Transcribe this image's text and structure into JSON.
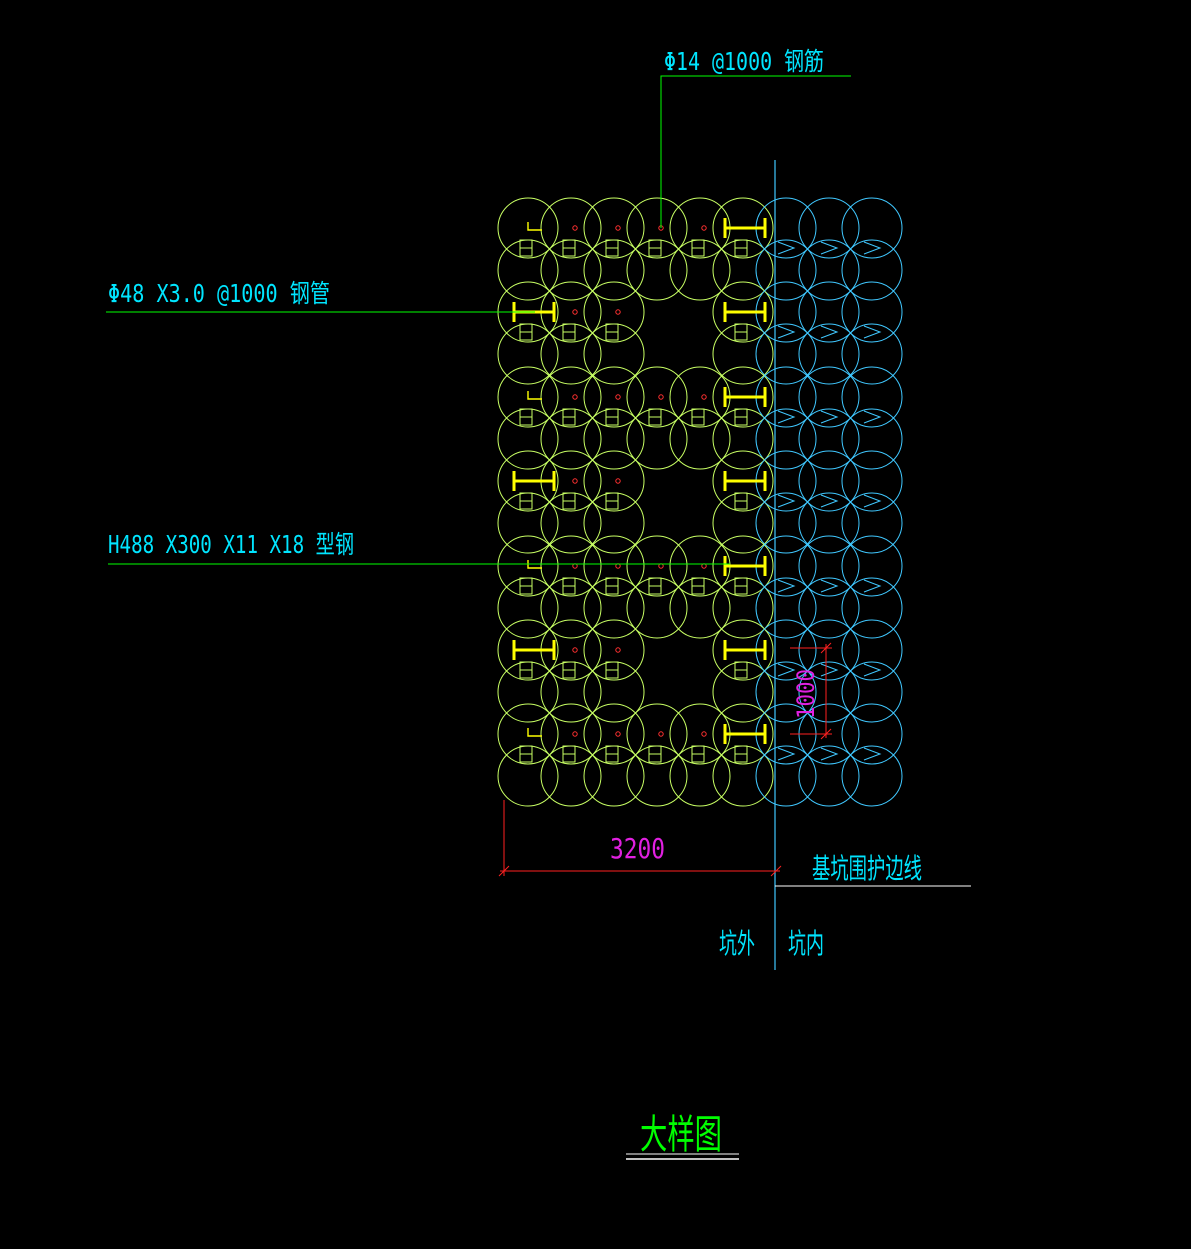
{
  "colors": {
    "background": "#000000",
    "text_label": "#00e5ff",
    "leader": "#00ff00",
    "pile_outer": "#c8ff64",
    "pile_inner": "#40c8ff",
    "steel": "#ffff00",
    "dimension_line": "#ff2020",
    "dimension_text": "#e020e0",
    "boundary": "#40c8ff",
    "title": "#00ff00",
    "title_underline": "#ffffff"
  },
  "labels": {
    "rebar": "Φ14 @1000 钢筋",
    "steel_pipe": "Φ48 X3.0 @1000 钢管",
    "h_beam": "H488 X300 X11 X18 型钢",
    "boundary_line": "基坑围护边线",
    "pit_outside": "坑外",
    "pit_inside": "坑内",
    "dim_width": "3200",
    "dim_pitch": "1000"
  },
  "title": "大样图"
}
